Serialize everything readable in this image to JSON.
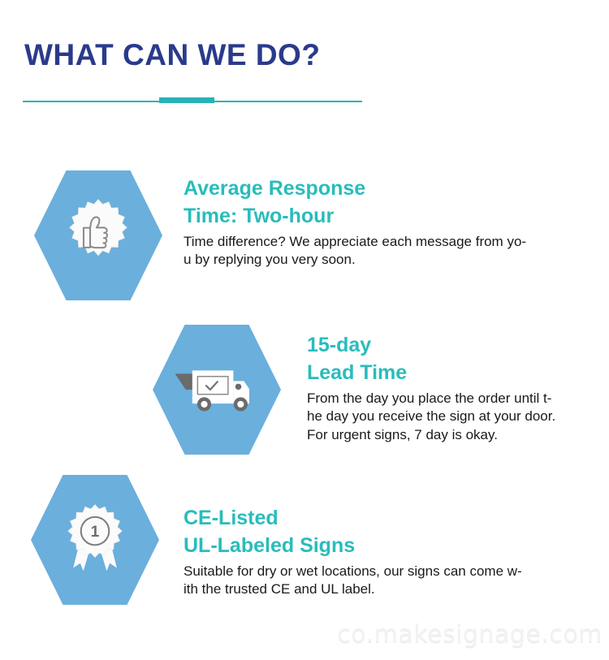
{
  "header": {
    "title": "WHAT CAN WE DO?",
    "title_color": "#2a3a8c",
    "divider_color": "#29b5b5"
  },
  "theme": {
    "hex_blue": "#6bafdc",
    "heading_teal": "#29bcbc",
    "body_text": "#1a1a1a",
    "background": "#ffffff"
  },
  "features": [
    {
      "icon": "thumbs-up-badge-icon",
      "heading_line1": "Average Response",
      "heading_line2": "Time: Two-hour",
      "body_lines": [
        "Time difference? We appreciate each message from yo-",
        "u by replying you very soon."
      ]
    },
    {
      "icon": "delivery-truck-icon",
      "heading_line1": "15-day",
      "heading_line2": "Lead Time",
      "body_lines": [
        "From the day you place the order until t-",
        "he day you receive the sign at your door.",
        "For urgent signs, 7 day is okay."
      ]
    },
    {
      "icon": "award-ribbon-icon",
      "heading_line1": "CE-Listed",
      "heading_line2": "UL-Labeled Signs",
      "body_lines": [
        "Suitable for dry or wet locations, our signs can come w-",
        "ith the trusted CE and UL label."
      ]
    }
  ],
  "watermark": {
    "text": "co.makesignage.com"
  }
}
